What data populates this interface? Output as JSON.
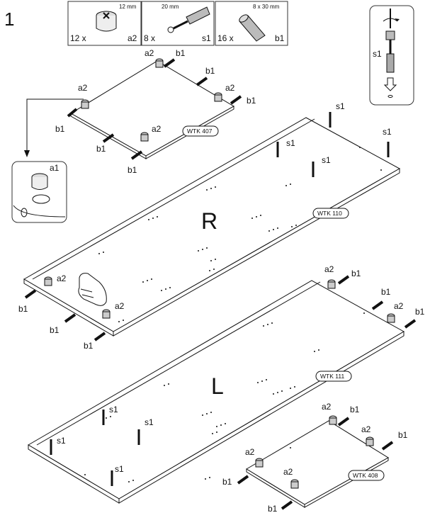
{
  "step_number": "1",
  "hardware": [
    {
      "qty": "12 x",
      "dimension": "12 mm",
      "code": "a2",
      "icon": "cam-lock-icon"
    },
    {
      "qty": "8 x",
      "dimension": "20 mm",
      "code": "s1",
      "icon": "cam-bolt-icon"
    },
    {
      "qty": "16 x",
      "dimension": "8 x 30 mm",
      "code": "b1",
      "icon": "wood-dowel-icon"
    }
  ],
  "panel_tags": {
    "wtk407": "WTK 407",
    "wtk110": "WTK 110",
    "wtk111": "WTK 111",
    "wtk408": "WTK 408"
  },
  "side_letters": {
    "right": "R",
    "left": "L"
  },
  "detail_labels": {
    "cam_detail": "a1",
    "bolt_detail": "s1"
  },
  "codes": {
    "a2": "a2",
    "b1": "b1",
    "s1": "s1"
  },
  "colors": {
    "line": "#111111",
    "box_border": "#333333",
    "background": "#ffffff"
  }
}
